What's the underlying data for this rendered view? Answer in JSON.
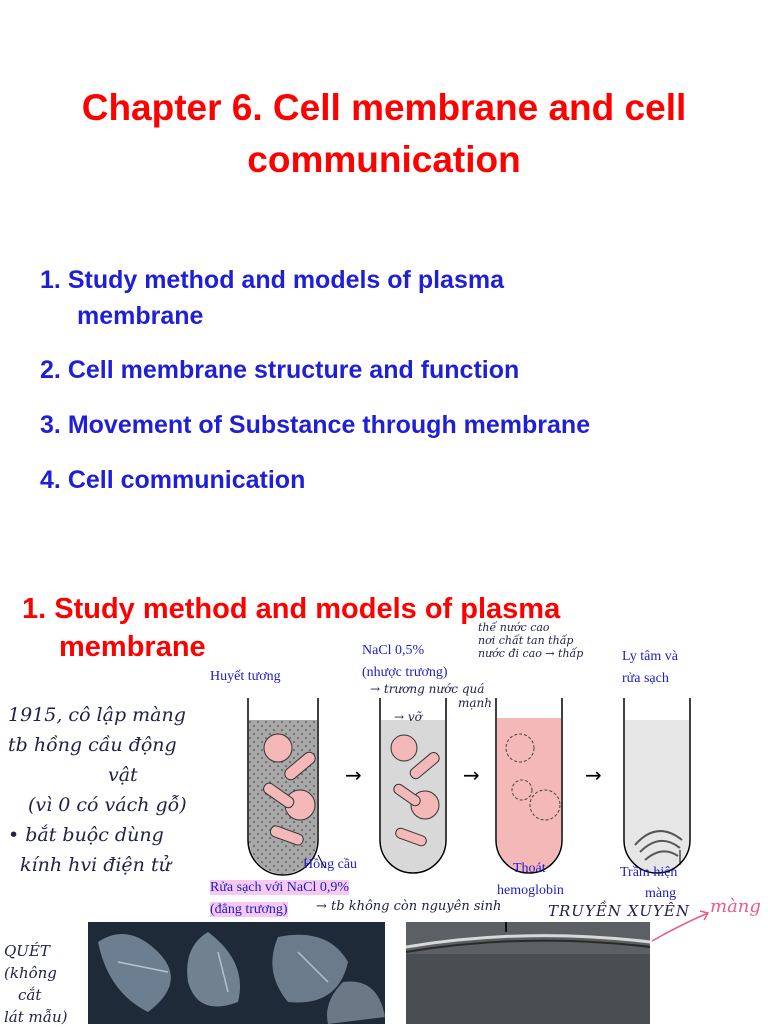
{
  "title": {
    "line1": "Chapter 6. Cell membrane and cell",
    "line2": "communication"
  },
  "toc": [
    {
      "number": "1.",
      "text": "Study method and models of plasma",
      "cont": "membrane"
    },
    {
      "number": "2.",
      "text": "Cell membrane structure and function"
    },
    {
      "number": "3.",
      "text": "Movement of Substance through membrane"
    },
    {
      "number": "4.",
      "text": "Cell communication"
    }
  ],
  "section": {
    "line1": "1. Study method and models of plasma",
    "line2": "membrane"
  },
  "figure": {
    "tube1_label": "Huyết tương",
    "tube2_label_1": "NaCl 0,5%",
    "tube2_label_2": "(nhược trương)",
    "tube4_label_1": "Ly tâm và",
    "tube4_label_2": "rửa sạch",
    "red_cell_label": "Hồng cầu",
    "release_label_1": "Thoát",
    "release_label_2": "hemoglobin",
    "ghost_label_1": "Trầm hiện",
    "ghost_label_2": "màng",
    "wash_label_1": "Rửa sạch với NaCl 0,9%",
    "wash_label_2": "(đẳng trương)"
  },
  "handwritten": {
    "left_notes": [
      "1915, cô lập màng",
      "tb hồng cầu động",
      "vật",
      "(vì 0 có vách gỗ)",
      "• bắt buộc dùng",
      "kính hvi điện tử"
    ],
    "top_note_1": "thế nước cao",
    "top_note_2": "nơi chất tan thấp",
    "top_note_3": "nước đi cao → thấp",
    "tube2_note_1": "→ trương nước quá",
    "tube2_note_2": "mạnh",
    "tube2_note_3": "→ vỡ",
    "wash_note": "→ tb không còn nguyên sinh",
    "bottom_left": [
      "QUÉT",
      "(không",
      "cắt",
      "lát mẫu)"
    ],
    "bottom_mid": "TRUYỀN XUYÊN",
    "bottom_right": "màng"
  },
  "colors": {
    "title_red": "#ff0000",
    "toc_blue": "#1f1fd8",
    "label_blue": "#1c1cc8",
    "cell_pink": "#f4b8b8",
    "highlight": "#f6c9f0"
  }
}
